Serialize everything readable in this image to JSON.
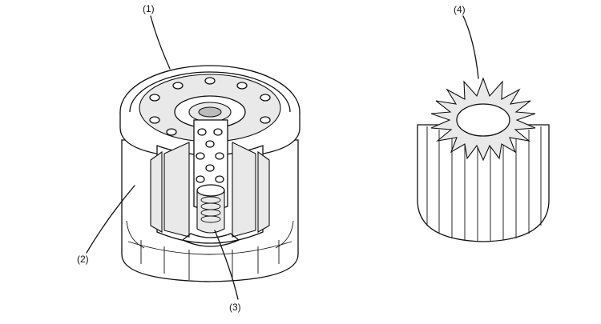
{
  "callouts": [
    {
      "id": "1",
      "label": "(1)"
    },
    {
      "id": "2",
      "label": "(2)"
    },
    {
      "id": "3",
      "label": "(3)"
    },
    {
      "id": "4",
      "label": "(4)"
    }
  ]
}
